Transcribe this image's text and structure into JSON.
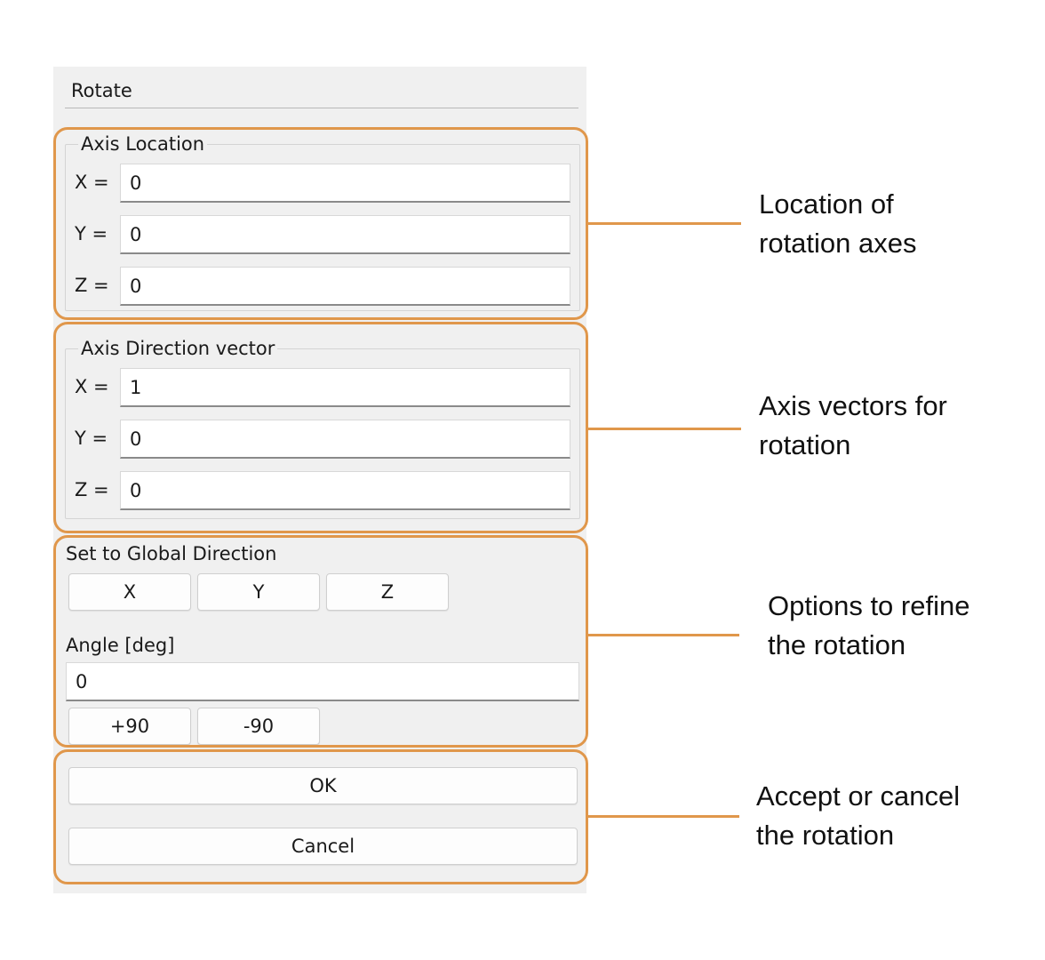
{
  "dialog": {
    "title": "Rotate",
    "axis_location": {
      "legend": "Axis Location",
      "rows": [
        {
          "label": "X =",
          "value": "0"
        },
        {
          "label": "Y =",
          "value": "0"
        },
        {
          "label": "Z =",
          "value": "0"
        }
      ]
    },
    "axis_direction": {
      "legend": "Axis Direction vector",
      "rows": [
        {
          "label": "X =",
          "value": "1"
        },
        {
          "label": "Y =",
          "value": "0"
        },
        {
          "label": "Z =",
          "value": "0"
        }
      ]
    },
    "global_direction": {
      "label": "Set to Global Direction",
      "buttons": [
        "X",
        "Y",
        "Z"
      ]
    },
    "angle": {
      "label": "Angle [deg]",
      "value": "0",
      "buttons": [
        "+90",
        "-90"
      ]
    },
    "ok_label": "OK",
    "cancel_label": "Cancel"
  },
  "annotations": [
    {
      "line1": "Location of",
      "line2": "rotation axes"
    },
    {
      "line1": "Axis vectors for",
      "line2": "rotation"
    },
    {
      "line1": "Options to refine",
      "line2": "the rotation"
    },
    {
      "line1": "Accept or cancel",
      "line2": "the rotation"
    }
  ],
  "colors": {
    "highlight": "#E0974B",
    "panel_bg": "#f0f0f0"
  }
}
